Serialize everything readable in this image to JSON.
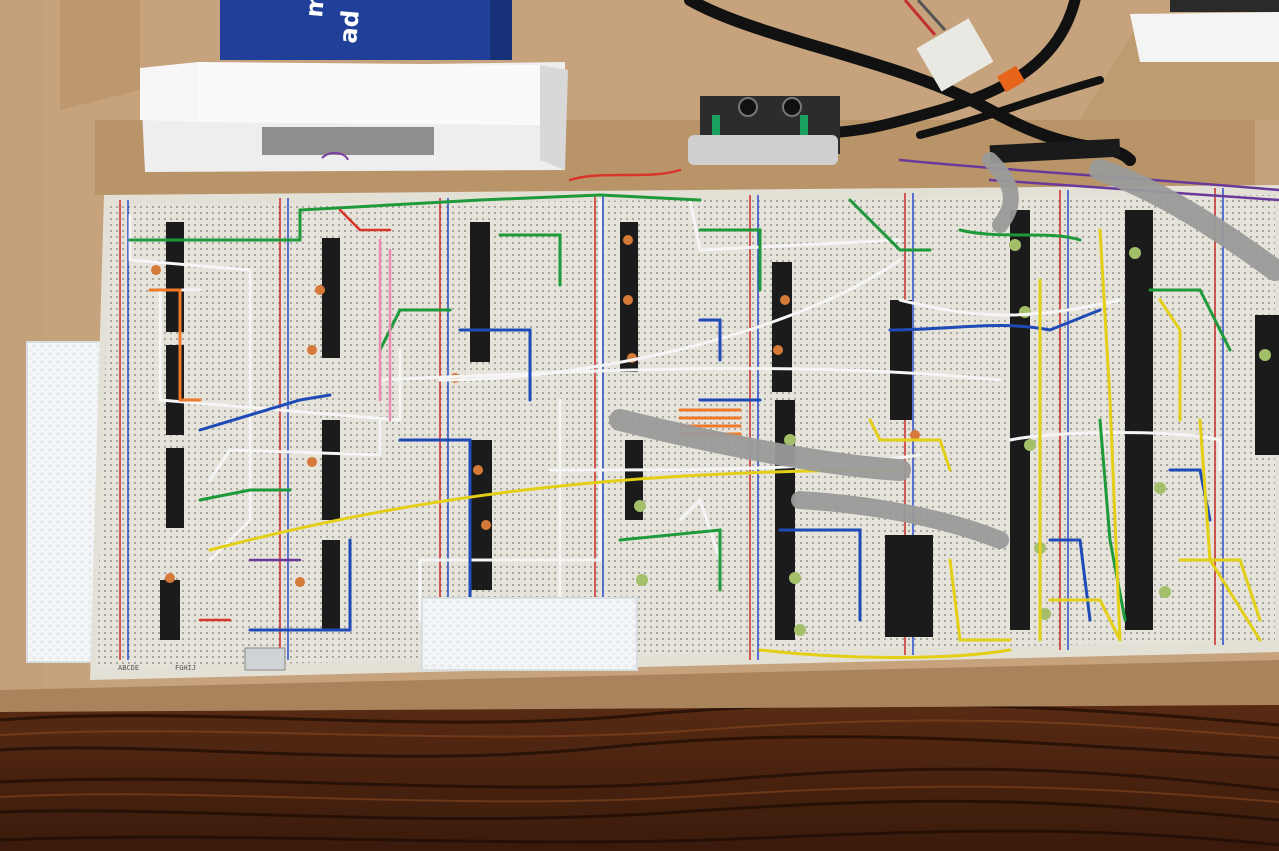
{
  "scene": {
    "subject": "breadboard",
    "box_text_line1": "mbl",
    "box_text_line2": "ad",
    "row_labels": [
      "ABCDE",
      "FGHIJ"
    ]
  },
  "colors": {
    "cardboard": "#c9a57e",
    "cardboard_dark": "#a9835b",
    "wood": "#4a2412",
    "breadboard": "#e3e0d6",
    "box_blue": "#1f3f99",
    "foam": "#f4f6f8"
  }
}
